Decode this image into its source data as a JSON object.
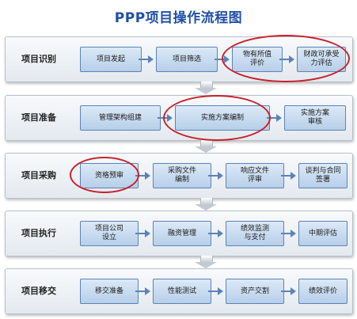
{
  "title": "PPP项目操作流程图",
  "phases": [
    {
      "label": "项目识别",
      "steps": [
        "项目发起",
        "项目筛选",
        "物有所值\n评价",
        "财政可承受\n力评估"
      ]
    },
    {
      "label": "项目准备",
      "steps": [
        "管理架构组建",
        "实施方案编制",
        "实施方案\n审核"
      ]
    },
    {
      "label": "项目采购",
      "steps": [
        "资格预审",
        "采购文件\n编制",
        "响应文件\n评审",
        "谈判与合同\n签署"
      ]
    },
    {
      "label": "项目执行",
      "steps": [
        "项目公司\n设立",
        "融资管理",
        "绩效监测\n与支付",
        "中期评估"
      ]
    },
    {
      "label": "项目移交",
      "steps": [
        "移交准备",
        "性能测试",
        "资产交割",
        "绩效评价"
      ]
    }
  ],
  "colors": {
    "title": "#1f4fa8",
    "step_border": "#5b83b8",
    "highlight_ellipse": "#c8202a"
  }
}
